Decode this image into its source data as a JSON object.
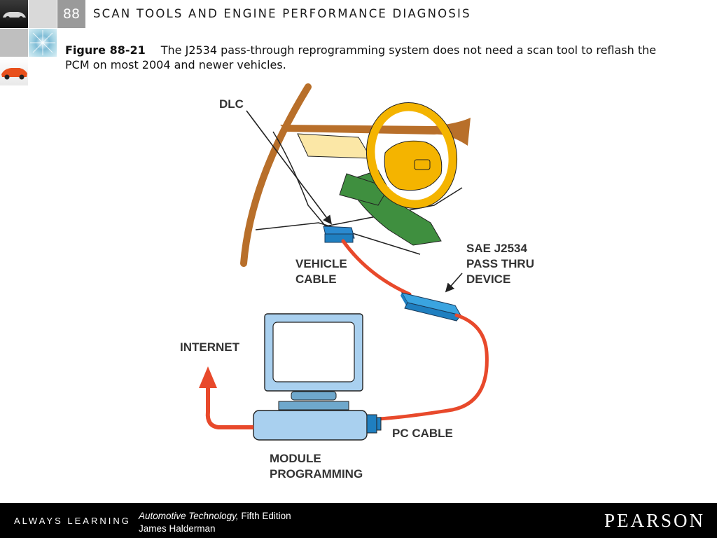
{
  "header": {
    "chapter_number": "88",
    "chapter_title": "SCAN TOOLS AND ENGINE PERFORMANCE DIAGNOSIS"
  },
  "caption": {
    "figure_label": "Figure 88-21",
    "text": "The J2534 pass-through reprogramming system does not need a scan tool to reflash the PCM on most 2004 and newer vehicles."
  },
  "diagram": {
    "labels": {
      "dlc": "DLC",
      "vehicle_cable_1": "VEHICLE",
      "vehicle_cable_2": "CABLE",
      "device_1": "SAE J2534",
      "device_2": "PASS THRU",
      "device_3": "DEVICE",
      "internet": "INTERNET",
      "pc_cable": "PC CABLE",
      "module_1": "MODULE",
      "module_2": "PROGRAMMING"
    },
    "colors": {
      "dash_wood": "#b86f2a",
      "steering_wheel": "#f4b400",
      "column": "#3f8f3f",
      "cable": "#e8492b",
      "device": "#1f8fcf",
      "computer": "#a9d0ef"
    }
  },
  "footer": {
    "tagline": "ALWAYS LEARNING",
    "book_title": "Automotive Technology,",
    "edition": "Fifth Edition",
    "author": "James Halderman",
    "publisher": "PEARSON"
  }
}
